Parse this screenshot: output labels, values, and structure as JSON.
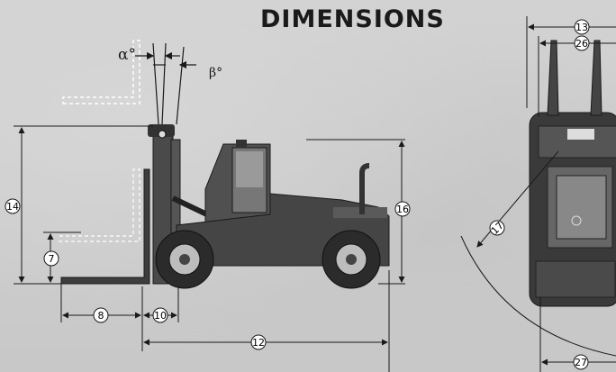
{
  "title": "DIMENSIONS",
  "angles": {
    "alpha": "α°",
    "beta": "β°"
  },
  "dims": {
    "d7": "7",
    "d8": "8",
    "d10": "10",
    "d12": "12",
    "d13": "13",
    "d14": "14",
    "d16": "16",
    "d17": "17",
    "d26": "26",
    "d27": "27"
  },
  "colors": {
    "line": "#1a1a1a",
    "truck_body": "#3a3a3a",
    "tire": "#2b2b2b",
    "dashed": "#ffffff"
  }
}
